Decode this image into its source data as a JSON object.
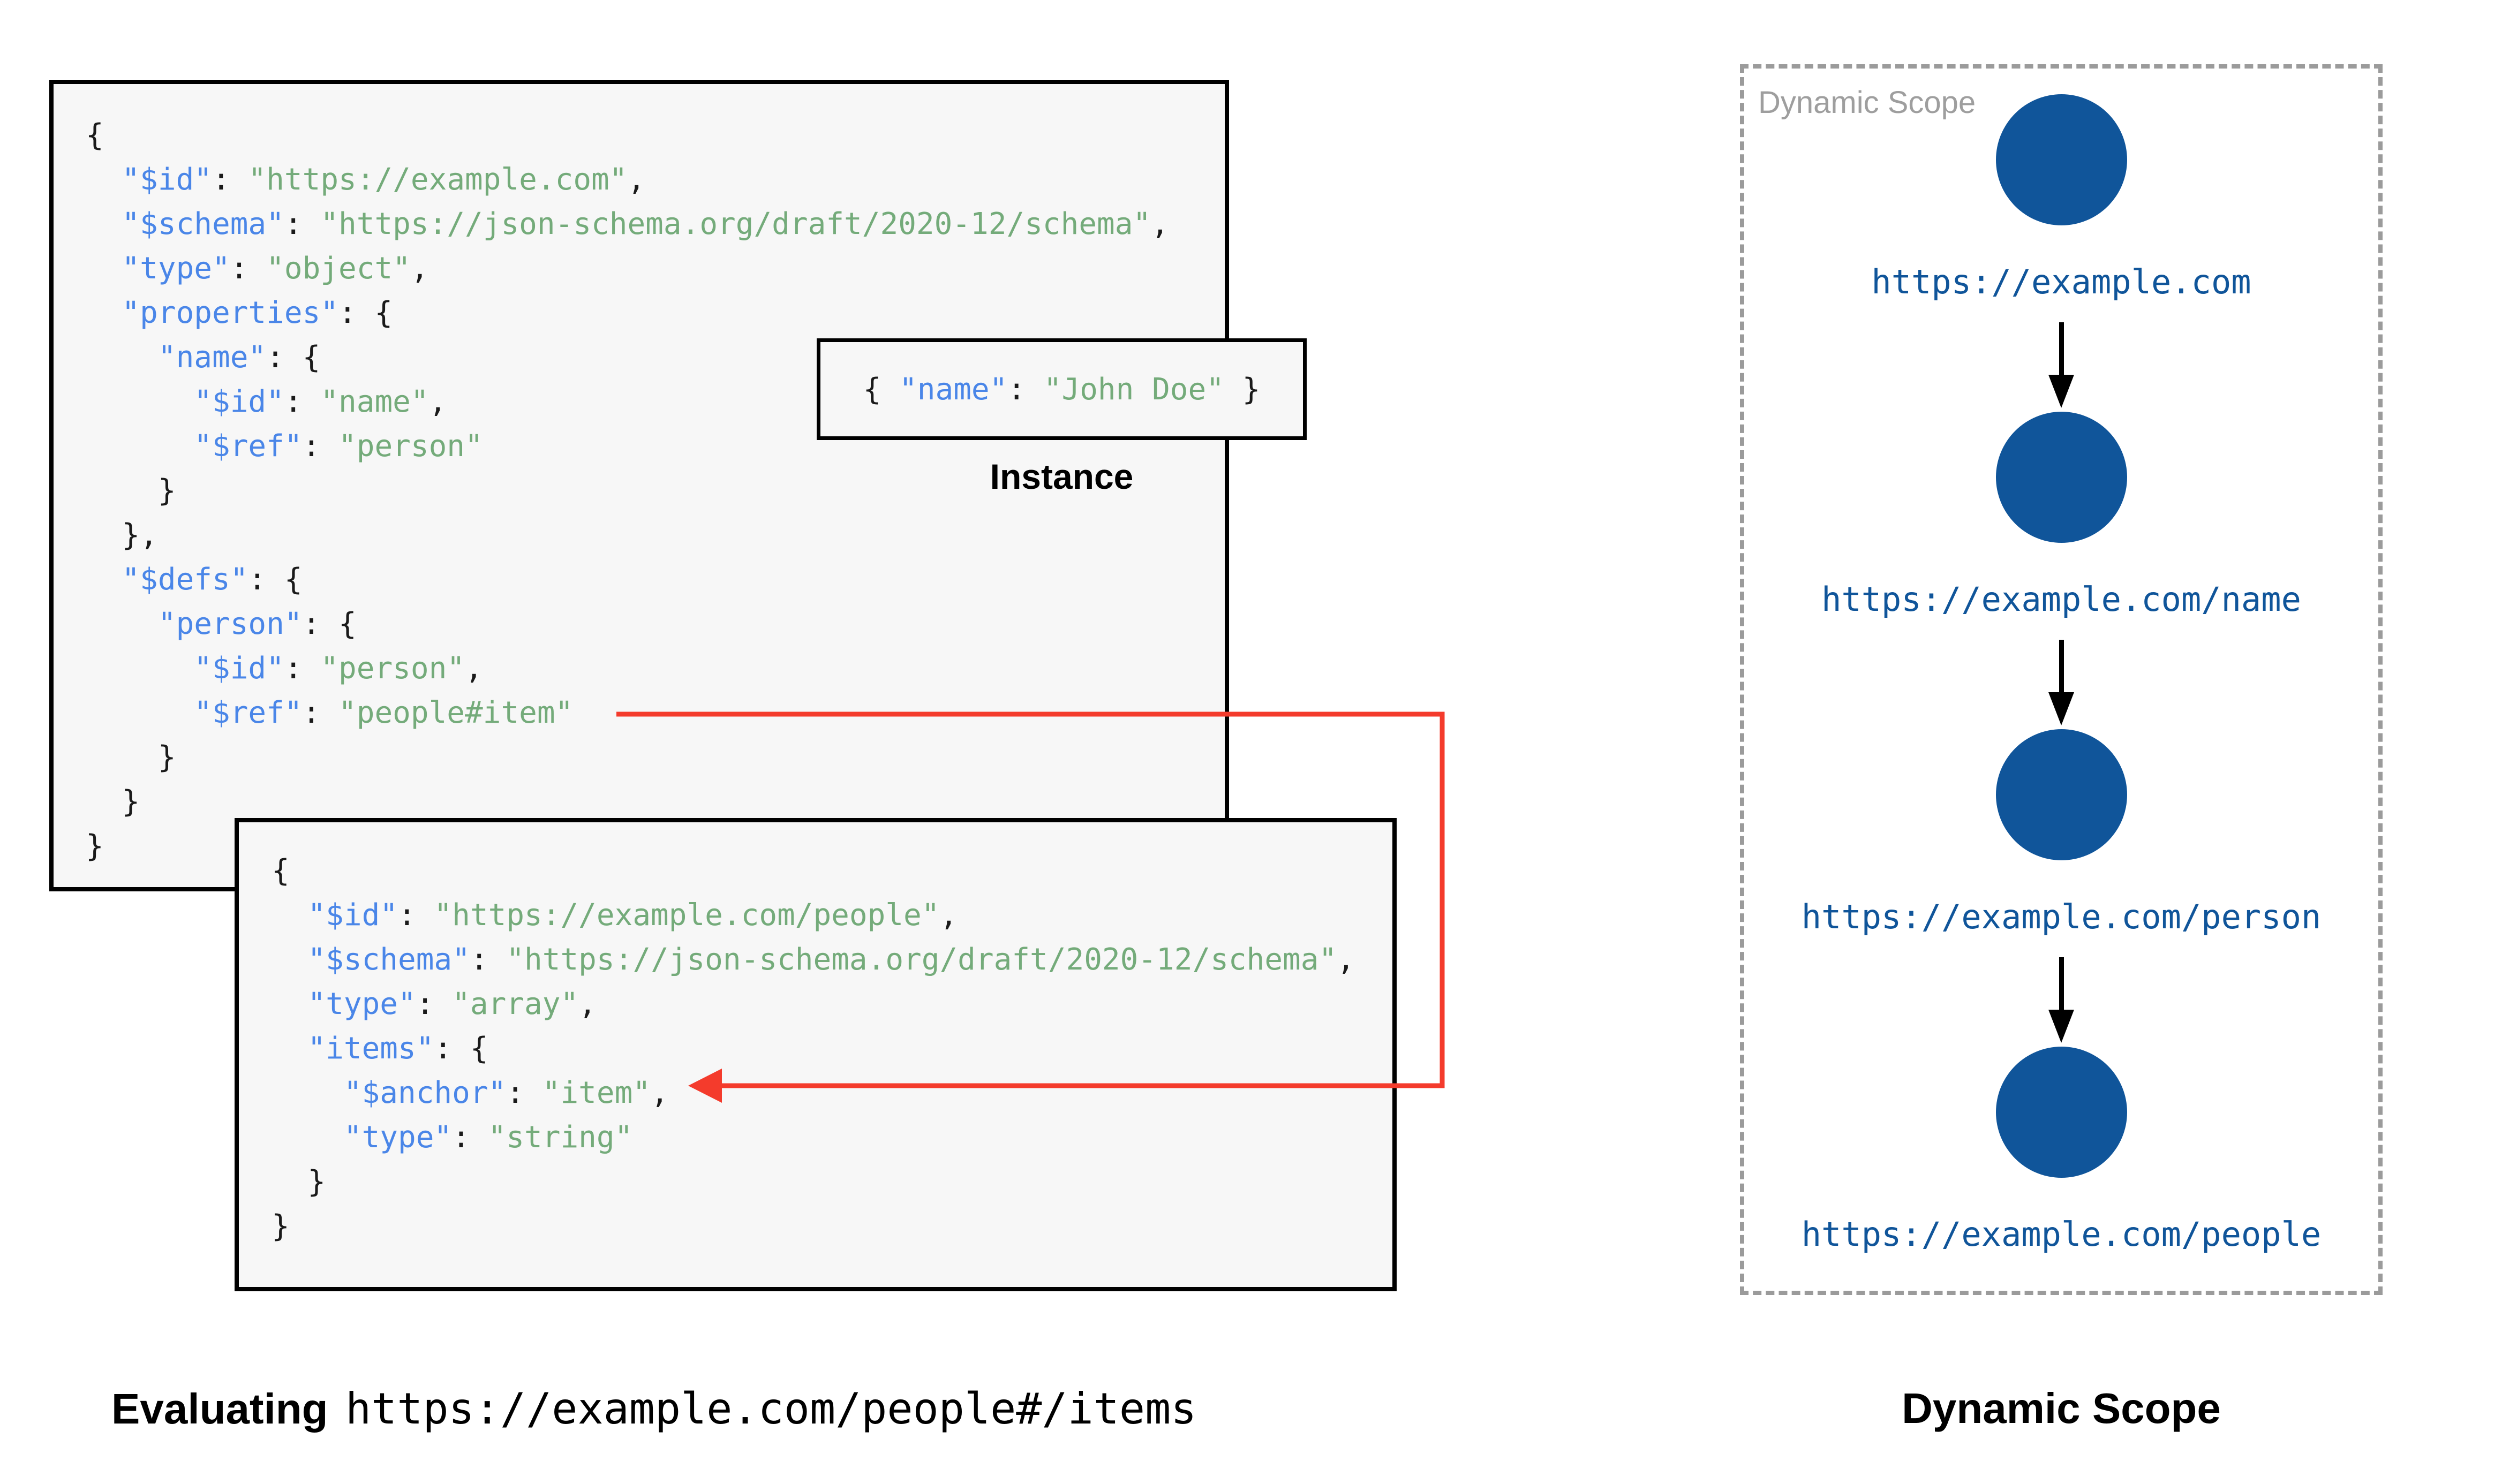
{
  "colors": {
    "box_fill": "#f7f7f7",
    "box_border": "#000000",
    "key": "#4a86e8",
    "string": "#74ab7a",
    "punct": "#1a1a1a",
    "node_blue": "#10559a",
    "red": "#f43b2c",
    "gray_label": "#9e9e9e",
    "dash_border": "#9b9b9b"
  },
  "schema_root": {
    "lines": [
      [
        {
          "c": "p",
          "t": "{"
        }
      ],
      [
        {
          "c": "k",
          "t": "  \"$id\""
        },
        {
          "c": "p",
          "t": ": "
        },
        {
          "c": "s",
          "t": "\"https://example.com\""
        },
        {
          "c": "p",
          "t": ","
        }
      ],
      [
        {
          "c": "k",
          "t": "  \"$schema\""
        },
        {
          "c": "p",
          "t": ": "
        },
        {
          "c": "s",
          "t": "\"https://json-schema.org/draft/2020-12/schema\""
        },
        {
          "c": "p",
          "t": ","
        }
      ],
      [
        {
          "c": "k",
          "t": "  \"type\""
        },
        {
          "c": "p",
          "t": ": "
        },
        {
          "c": "s",
          "t": "\"object\""
        },
        {
          "c": "p",
          "t": ","
        }
      ],
      [
        {
          "c": "k",
          "t": "  \"properties\""
        },
        {
          "c": "p",
          "t": ": {"
        }
      ],
      [
        {
          "c": "k",
          "t": "    \"name\""
        },
        {
          "c": "p",
          "t": ": {"
        }
      ],
      [
        {
          "c": "k",
          "t": "      \"$id\""
        },
        {
          "c": "p",
          "t": ": "
        },
        {
          "c": "s",
          "t": "\"name\""
        },
        {
          "c": "p",
          "t": ","
        }
      ],
      [
        {
          "c": "k",
          "t": "      \"$ref\""
        },
        {
          "c": "p",
          "t": ": "
        },
        {
          "c": "s",
          "t": "\"person\""
        }
      ],
      [
        {
          "c": "p",
          "t": "    }"
        }
      ],
      [
        {
          "c": "p",
          "t": "  },"
        }
      ],
      [
        {
          "c": "k",
          "t": "  \"$defs\""
        },
        {
          "c": "p",
          "t": ": {"
        }
      ],
      [
        {
          "c": "k",
          "t": "    \"person\""
        },
        {
          "c": "p",
          "t": ": {"
        }
      ],
      [
        {
          "c": "k",
          "t": "      \"$id\""
        },
        {
          "c": "p",
          "t": ": "
        },
        {
          "c": "s",
          "t": "\"person\""
        },
        {
          "c": "p",
          "t": ","
        }
      ],
      [
        {
          "c": "k",
          "t": "      \"$ref\""
        },
        {
          "c": "p",
          "t": ": "
        },
        {
          "c": "s",
          "t": "\"people#item\""
        }
      ],
      [
        {
          "c": "p",
          "t": "    }"
        }
      ],
      [
        {
          "c": "p",
          "t": "  }"
        }
      ],
      [
        {
          "c": "p",
          "t": "}"
        }
      ]
    ]
  },
  "schema_people": {
    "lines": [
      [
        {
          "c": "p",
          "t": "{"
        }
      ],
      [
        {
          "c": "k",
          "t": "  \"$id\""
        },
        {
          "c": "p",
          "t": ": "
        },
        {
          "c": "s",
          "t": "\"https://example.com/people\""
        },
        {
          "c": "p",
          "t": ","
        }
      ],
      [
        {
          "c": "k",
          "t": "  \"$schema\""
        },
        {
          "c": "p",
          "t": ": "
        },
        {
          "c": "s",
          "t": "\"https://json-schema.org/draft/2020-12/schema\""
        },
        {
          "c": "p",
          "t": ","
        }
      ],
      [
        {
          "c": "k",
          "t": "  \"type\""
        },
        {
          "c": "p",
          "t": ": "
        },
        {
          "c": "s",
          "t": "\"array\""
        },
        {
          "c": "p",
          "t": ","
        }
      ],
      [
        {
          "c": "k",
          "t": "  \"items\""
        },
        {
          "c": "p",
          "t": ": {"
        }
      ],
      [
        {
          "c": "k",
          "t": "    \"$anchor\""
        },
        {
          "c": "p",
          "t": ": "
        },
        {
          "c": "s",
          "t": "\"item\""
        },
        {
          "c": "p",
          "t": ","
        }
      ],
      [
        {
          "c": "k",
          "t": "    \"type\""
        },
        {
          "c": "p",
          "t": ": "
        },
        {
          "c": "s",
          "t": "\"string\""
        }
      ],
      [
        {
          "c": "p",
          "t": "  }"
        }
      ],
      [
        {
          "c": "p",
          "t": "}"
        }
      ]
    ]
  },
  "instance": {
    "segments": [
      {
        "c": "p",
        "t": "{ "
      },
      {
        "c": "k",
        "t": "\"name\""
      },
      {
        "c": "p",
        "t": ": "
      },
      {
        "c": "s",
        "t": "\"John Doe\""
      },
      {
        "c": "p",
        "t": " }"
      }
    ],
    "label": "Instance"
  },
  "dynamic_scope": {
    "panel_label": "Dynamic Scope",
    "nodes": [
      {
        "url": "https://example.com"
      },
      {
        "url": "https://example.com/name"
      },
      {
        "url": "https://example.com/person"
      },
      {
        "url": "https://example.com/people"
      }
    ]
  },
  "captions": {
    "evaluating_prefix": "Evaluating",
    "evaluating_uri": "https://example.com/people#/items",
    "scope_caption": "Dynamic Scope"
  }
}
